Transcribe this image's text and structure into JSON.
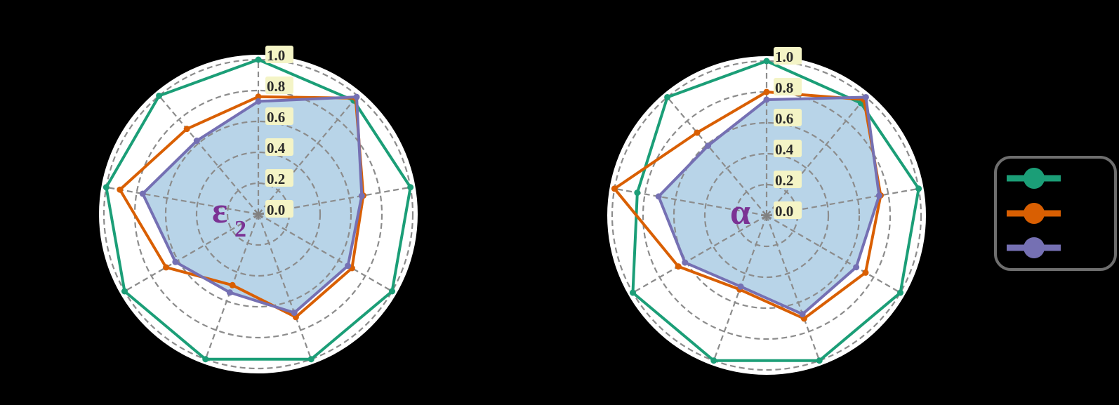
{
  "figure": {
    "background": "#000000",
    "disk_color": "#ffffff",
    "grid_color": "#8c8c8c",
    "fill_color": "#b8d4e8",
    "tick_bg": "#f4f4c6",
    "symbol_color": "#7b3294"
  },
  "chart_data": [
    {
      "type": "radar",
      "id": "left",
      "center_symbol": "ε",
      "center_subscript": "2",
      "title": "",
      "axes_count": 9,
      "axes_angles_deg": [
        0,
        40,
        80,
        120,
        160,
        200,
        240,
        280,
        320
      ],
      "axis_labels": [
        "",
        "",
        "",
        "",
        "",
        "",
        "",
        "",
        ""
      ],
      "radial_ticks": [
        "0.0",
        "0.2",
        "0.4",
        "0.6",
        "0.8",
        "1.0"
      ],
      "rlim": [
        0,
        1.0
      ],
      "grid": true,
      "series": [
        {
          "name": "",
          "color": "#1b9e77",
          "values": [
            1.0,
            0.96,
            1.0,
            1.0,
            1.0,
            1.0,
            1.0,
            1.0,
            1.0
          ],
          "fill": false
        },
        {
          "name": "",
          "color": "#d95f02",
          "values": [
            0.76,
            0.98,
            0.69,
            0.7,
            0.71,
            0.49,
            0.69,
            0.91,
            0.72
          ],
          "fill": false
        },
        {
          "name": "",
          "color": "#7570b3",
          "values": [
            0.73,
            0.99,
            0.68,
            0.67,
            0.68,
            0.54,
            0.62,
            0.76,
            0.62
          ],
          "fill": true
        }
      ]
    },
    {
      "type": "radar",
      "id": "right",
      "center_symbol": "α",
      "center_subscript": "",
      "title": "",
      "axes_count": 9,
      "axes_angles_deg": [
        0,
        40,
        80,
        120,
        160,
        200,
        240,
        280,
        320
      ],
      "axis_labels": [
        "",
        "",
        "",
        "",
        "",
        "",
        "",
        "",
        ""
      ],
      "radial_ticks": [
        "0.0",
        "0.2",
        "0.4",
        "0.6",
        "0.8",
        "1.0"
      ],
      "rlim": [
        0,
        1.0
      ],
      "grid": true,
      "series": [
        {
          "name": "",
          "color": "#1b9e77",
          "values": [
            1.0,
            0.95,
            1.0,
            1.0,
            1.0,
            1.0,
            1.0,
            0.85,
            1.0
          ],
          "fill": false
        },
        {
          "name": "",
          "color": "#d95f02",
          "values": [
            0.8,
            0.98,
            0.75,
            0.74,
            0.71,
            0.51,
            0.66,
            1.0,
            0.7
          ],
          "fill": false
        },
        {
          "name": "",
          "color": "#7570b3",
          "values": [
            0.75,
            1.0,
            0.74,
            0.67,
            0.68,
            0.49,
            0.61,
            0.71,
            0.59
          ],
          "fill": true
        }
      ]
    }
  ],
  "legend": {
    "position": "right",
    "border_color": "#6e6e6e",
    "entries": [
      {
        "label": "",
        "color": "#1b9e77"
      },
      {
        "label": "",
        "color": "#d95f02"
      },
      {
        "label": "",
        "color": "#7570b3"
      }
    ]
  }
}
